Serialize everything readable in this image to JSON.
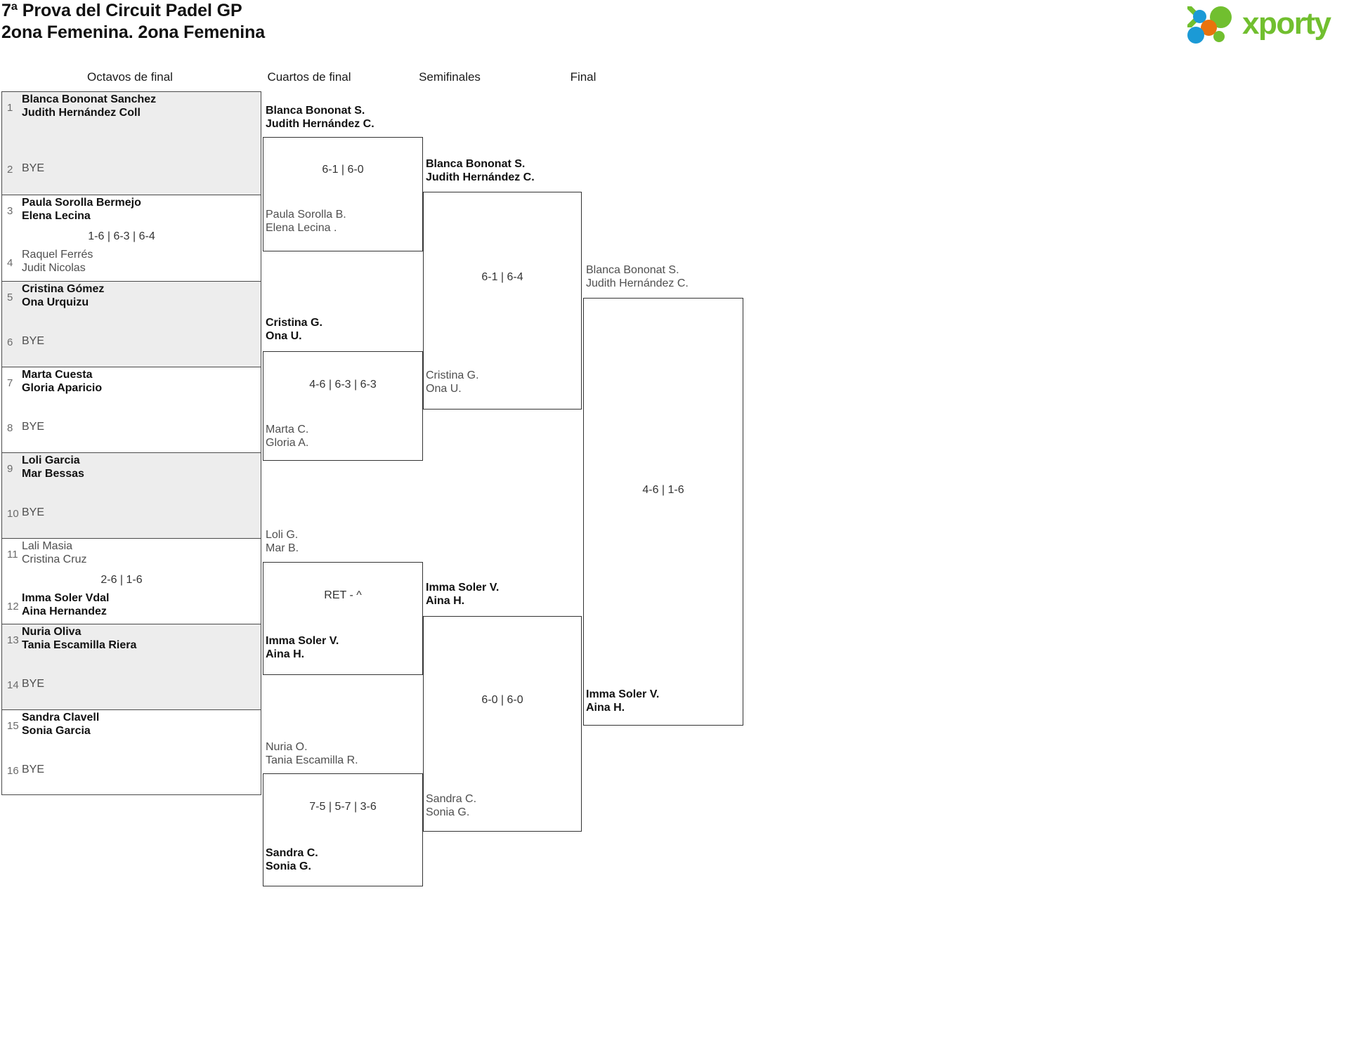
{
  "header": {
    "title_line1": "7ª Prova del Circuit Padel GP",
    "title_line2": "2ona Femenina. 2ona Femenina",
    "logo_text": "xporty",
    "logo_colors": {
      "blue": "#1b9ad6",
      "orange": "#e8730d",
      "green": "#71bf2f"
    }
  },
  "rounds": [
    {
      "label": "Octavos de final"
    },
    {
      "label": "Cuartos de final"
    },
    {
      "label": "Semifinales"
    },
    {
      "label": "Final"
    }
  ],
  "round1": {
    "matches": [
      {
        "shaded": true,
        "score": "",
        "top": {
          "seed": "1",
          "line1": "Blanca Bononat Sanchez",
          "line2": "Judith Hernández Coll",
          "result": "winner",
          "bye": false
        },
        "bottom": {
          "seed": "2",
          "line1": "BYE",
          "line2": "",
          "result": "loser",
          "bye": true
        }
      },
      {
        "shaded": false,
        "score": "1-6 | 6-3 | 6-4",
        "top": {
          "seed": "3",
          "line1": "Paula Sorolla Bermejo",
          "line2": "Elena Lecina",
          "result": "winner",
          "bye": false
        },
        "bottom": {
          "seed": "4",
          "line1": "Raquel Ferrés",
          "line2": "Judit Nicolas",
          "result": "loser",
          "bye": false
        }
      },
      {
        "shaded": true,
        "score": "",
        "top": {
          "seed": "5",
          "line1": "Cristina Gómez",
          "line2": "Ona Urquizu",
          "result": "winner",
          "bye": false
        },
        "bottom": {
          "seed": "6",
          "line1": "BYE",
          "line2": "",
          "result": "loser",
          "bye": true
        }
      },
      {
        "shaded": false,
        "score": "",
        "top": {
          "seed": "7",
          "line1": "Marta Cuesta",
          "line2": "Gloria Aparicio",
          "result": "winner",
          "bye": false
        },
        "bottom": {
          "seed": "8",
          "line1": "BYE",
          "line2": "",
          "result": "loser",
          "bye": true
        }
      },
      {
        "shaded": true,
        "score": "",
        "top": {
          "seed": "9",
          "line1": "Loli Garcia",
          "line2": "Mar Bessas",
          "result": "winner",
          "bye": false
        },
        "bottom": {
          "seed": "10",
          "line1": "BYE",
          "line2": "",
          "result": "loser",
          "bye": true
        }
      },
      {
        "shaded": false,
        "score": "2-6 | 1-6",
        "top": {
          "seed": "11",
          "line1": "Lali Masia",
          "line2": "Cristina Cruz",
          "result": "loser",
          "bye": false
        },
        "bottom": {
          "seed": "12",
          "line1": "Imma Soler Vdal",
          "line2": "Aina Hernandez",
          "result": "winner",
          "bye": false
        }
      },
      {
        "shaded": true,
        "score": "",
        "top": {
          "seed": "13",
          "line1": "Nuria Oliva",
          "line2": "Tania Escamilla Riera",
          "result": "winner",
          "bye": false
        },
        "bottom": {
          "seed": "14",
          "line1": "BYE",
          "line2": "",
          "result": "loser",
          "bye": true
        }
      },
      {
        "shaded": false,
        "score": "",
        "top": {
          "seed": "15",
          "line1": "Sandra Clavell",
          "line2": "Sonia Garcia",
          "result": "winner",
          "bye": false
        },
        "bottom": {
          "seed": "16",
          "line1": "BYE",
          "line2": "",
          "result": "loser",
          "bye": true
        }
      }
    ]
  },
  "quarterfinals": [
    {
      "score": "6-1 | 6-0",
      "top": {
        "line1": "Blanca Bononat S.",
        "line2": "Judith Hernández C.",
        "result": "winner"
      },
      "bottom": {
        "line1": "Paula Sorolla B.",
        "line2": "Elena Lecina .",
        "result": "loser"
      }
    },
    {
      "score": "4-6 | 6-3 | 6-3",
      "top": {
        "line1": "Cristina G.",
        "line2": "Ona U.",
        "result": "winner"
      },
      "bottom": {
        "line1": "Marta C.",
        "line2": "Gloria A.",
        "result": "loser"
      }
    },
    {
      "score": "RET - ^",
      "top": {
        "line1": "Loli G.",
        "line2": "Mar B.",
        "result": "loser"
      },
      "bottom": {
        "line1": "Imma Soler V.",
        "line2": "Aina H.",
        "result": "winner"
      }
    },
    {
      "score": "7-5 | 5-7 | 3-6",
      "top": {
        "line1": "Nuria O.",
        "line2": "Tania Escamilla R.",
        "result": "loser"
      },
      "bottom": {
        "line1": "Sandra C.",
        "line2": "Sonia G.",
        "result": "winner"
      }
    }
  ],
  "semifinals": [
    {
      "score": "6-1 | 6-4",
      "top": {
        "line1": "Blanca Bononat S.",
        "line2": "Judith Hernández C.",
        "result": "winner"
      },
      "bottom": {
        "line1": "Cristina G.",
        "line2": "Ona U.",
        "result": "loser"
      }
    },
    {
      "score": "6-0 | 6-0",
      "top": {
        "line1": "Imma Soler V.",
        "line2": "Aina H.",
        "result": "winner"
      },
      "bottom": {
        "line1": "Sandra C.",
        "line2": "Sonia G.",
        "result": "loser"
      }
    }
  ],
  "final": {
    "score": "4-6 | 1-6",
    "top": {
      "line1": "Blanca Bononat S.",
      "line2": "Judith Hernández C.",
      "result": "loser"
    },
    "bottom": {
      "line1": "Imma Soler V.",
      "line2": "Aina H.",
      "result": "winner"
    }
  }
}
